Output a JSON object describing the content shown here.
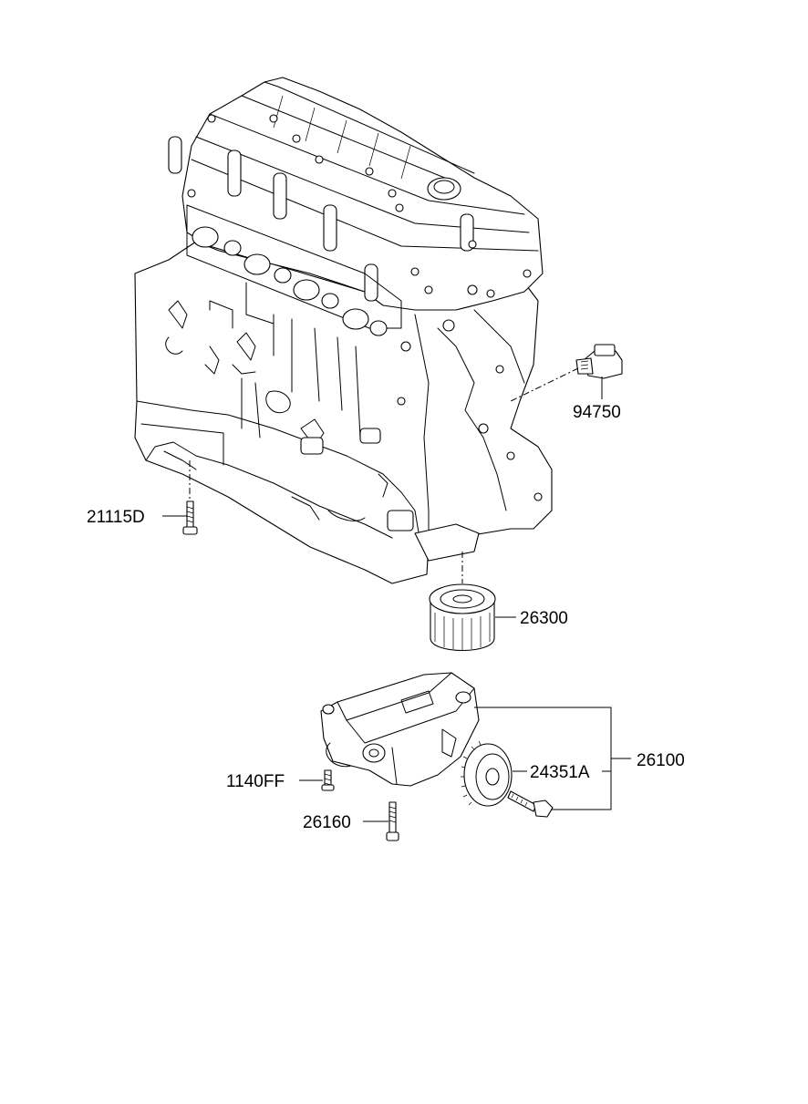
{
  "parts": [
    {
      "id": "p94750",
      "number": "94750"
    },
    {
      "id": "p21115D",
      "number": "21115D"
    },
    {
      "id": "p26300",
      "number": "26300"
    },
    {
      "id": "p26100",
      "number": "26100"
    },
    {
      "id": "p24351A",
      "number": "24351A"
    },
    {
      "id": "p1140FF",
      "number": "1140FF"
    },
    {
      "id": "p26160",
      "number": "26160"
    }
  ]
}
